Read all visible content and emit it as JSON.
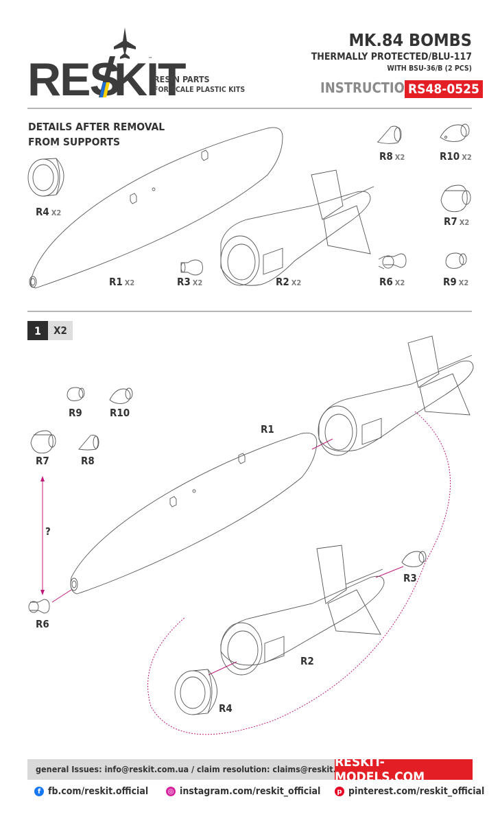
{
  "logo": {
    "res": "RES",
    "kit": "KIT",
    "tm": "™"
  },
  "brand_tagline": {
    "line1": "RESIN PARTS",
    "line2": "FOR SCALE PLASTIC KITS"
  },
  "title": {
    "main": "MK.84 BOMBS",
    "sub": "THERMALLY PROTECTED/BLU-117",
    "sub2": "WITH BSU-36/B (2 PCS)",
    "instruction": "INSTRUCTION",
    "code": "RS48-0525"
  },
  "section1": {
    "heading_line1": "DETAILS AFTER REMOVAL",
    "heading_line2": "FROM SUPPORTS"
  },
  "parts": [
    {
      "name": "R4",
      "qty": "X2"
    },
    {
      "name": "R1",
      "qty": "X2"
    },
    {
      "name": "R3",
      "qty": "X2"
    },
    {
      "name": "R2",
      "qty": "X2"
    },
    {
      "name": "R8",
      "qty": "X2"
    },
    {
      "name": "R10",
      "qty": "X2"
    },
    {
      "name": "R7",
      "qty": "X2"
    },
    {
      "name": "R6",
      "qty": "X2"
    },
    {
      "name": "R9",
      "qty": "X2"
    }
  ],
  "step": {
    "number": "1",
    "qty": "X2"
  },
  "step_labels": {
    "r9": "R9",
    "r10": "R10",
    "r7": "R7",
    "r8": "R8",
    "r1": "R1",
    "q": "?",
    "r6": "R6",
    "r3": "R3",
    "r2": "R2",
    "r4": "R4"
  },
  "footer": {
    "contacts": "general Issues: info@reskit.com.ua / claim resolution: claims@reskit.com.ua",
    "website": "RESKIT-MODELS.COM",
    "facebook": "fb.com/reskit.official",
    "instagram": "instagram.com/reskit_official",
    "pinterest": "pinterest.com/reskit_official"
  },
  "colors": {
    "accent": "#e31e24",
    "guide": "#c2187a",
    "line": "#555555",
    "logo_blue": "#1f6fd1",
    "logo_yellow": "#ffd200"
  },
  "icons": {
    "facebook": "facebook-icon",
    "instagram": "instagram-icon",
    "pinterest": "pinterest-icon"
  }
}
